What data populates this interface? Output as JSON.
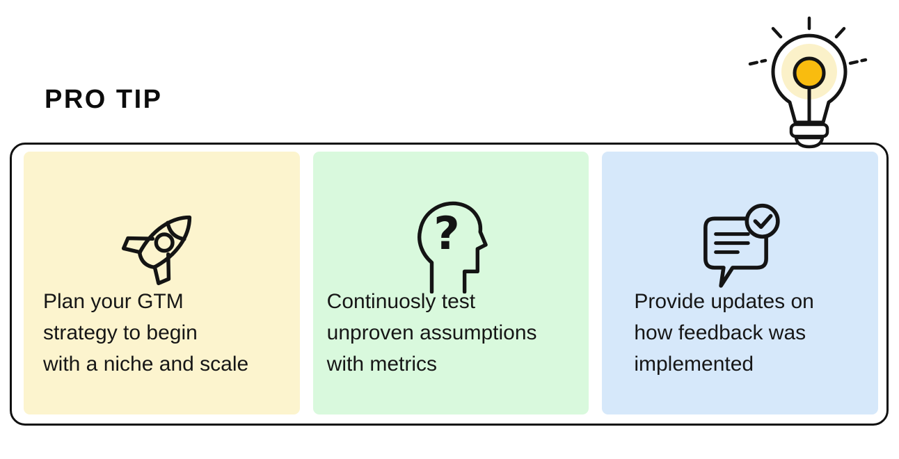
{
  "title": "PRO TIP",
  "decor": {
    "lightbulb_icon": "idea-lightbulb",
    "colors": {
      "ink": "#141414",
      "bulb_yellow": "#F9BC0F",
      "bulb_glow": "#FBF1C9",
      "panel_border": "#111111",
      "background": "#FFFFFF"
    }
  },
  "cards": [
    {
      "name": "gtm-strategy",
      "icon": "rocket-icon",
      "bg_color": "#FCF4CE",
      "lines": [
        "Plan your GTM",
        "strategy to begin",
        "with a niche and scale"
      ]
    },
    {
      "name": "test-assumptions",
      "icon": "head-question-icon",
      "icon_glyph": "?",
      "bg_color": "#D9F9DD",
      "lines": [
        "Continuosly test",
        "unproven assumptions",
        "with metrics"
      ]
    },
    {
      "name": "feedback-updates",
      "icon": "chat-check-icon",
      "bg_color": "#D6E8FA",
      "lines": [
        "Provide updates on",
        "how feedback was",
        "implemented"
      ]
    }
  ]
}
